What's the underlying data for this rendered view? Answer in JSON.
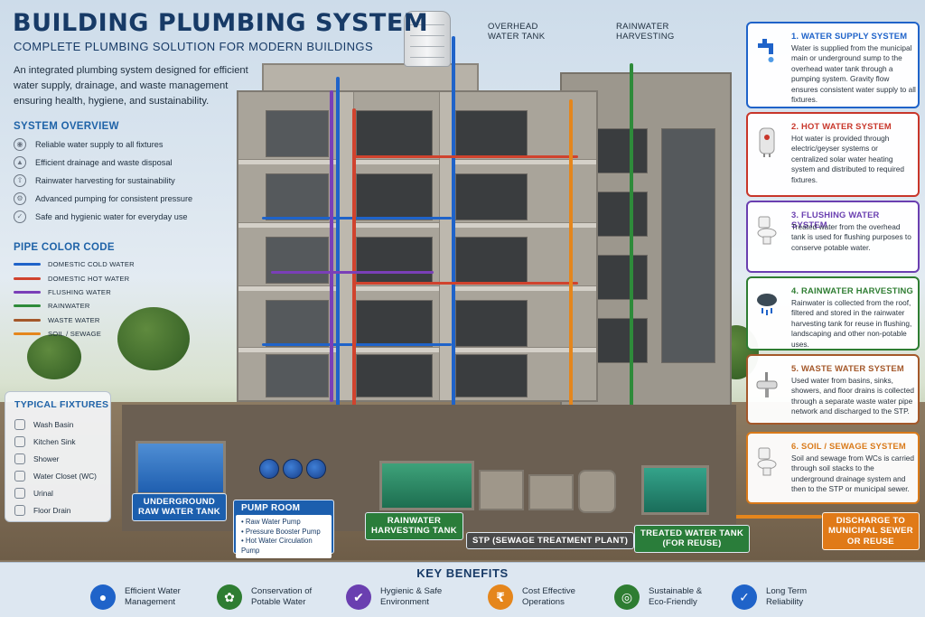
{
  "header": {
    "title": "BUILDING PLUMBING SYSTEM",
    "subtitle": "COMPLETE PLUMBING SOLUTION FOR MODERN BUILDINGS",
    "intro": "An integrated plumbing system designed for efficient water supply, drainage, and waste management ensuring health, hygiene, and sustainability."
  },
  "overview": {
    "heading": "SYSTEM OVERVIEW",
    "items": [
      {
        "label": "Reliable water supply to all fixtures",
        "icon": "water-tap-icon"
      },
      {
        "label": "Efficient drainage and waste disposal",
        "icon": "drain-icon"
      },
      {
        "label": "Rainwater harvesting for sustainability",
        "icon": "rain-icon"
      },
      {
        "label": "Advanced pumping for consistent pressure",
        "icon": "pump-icon"
      },
      {
        "label": "Safe and hygienic water for everyday use",
        "icon": "shield-icon"
      }
    ]
  },
  "color_code": {
    "heading": "PIPE COLOR CODE",
    "items": [
      {
        "label": "DOMESTIC COLD WATER",
        "color": "#1f63c9"
      },
      {
        "label": "DOMESTIC HOT WATER",
        "color": "#d0432e"
      },
      {
        "label": "FLUSHING WATER",
        "color": "#7a3fb8"
      },
      {
        "label": "RAINWATER",
        "color": "#2e8b3a"
      },
      {
        "label": "WASTE WATER",
        "color": "#a4582a"
      },
      {
        "label": "SOIL / SEWAGE",
        "color": "#e5861c"
      }
    ]
  },
  "fixtures": {
    "heading": "TYPICAL FIXTURES",
    "items": [
      "Wash Basin",
      "Kitchen Sink",
      "Shower",
      "Water Closet (WC)",
      "Urinal",
      "Floor Drain"
    ]
  },
  "labels": {
    "overhead_tank": "OVERHEAD\nWATER TANK",
    "rainwater_harvesting": "RAINWATER\nHARVESTING",
    "underground_tank": "UNDERGROUND\nRAW WATER TANK",
    "rainwater_tank": "RAINWATER\nHARVESTING TANK",
    "stp": "STP (SEWAGE TREATMENT PLANT)",
    "treated_tank": "TREATED WATER TANK\n(FOR REUSE)",
    "discharge": "DISCHARGE TO\nMUNICIPAL SEWER\nOR REUSE"
  },
  "pump_room": {
    "title": "PUMP ROOM",
    "items": [
      "Raw Water Pump",
      "Pressure Booster Pump",
      "Hot Water Circulation Pump"
    ]
  },
  "cards": [
    {
      "title": "1. WATER SUPPLY SYSTEM",
      "color": "#1f63c9",
      "icon": "faucet-icon",
      "text": "Water is supplied from the municipal main or underground sump to the overhead water tank through a pumping system. Gravity flow ensures consistent water supply to all fixtures."
    },
    {
      "title": "2. HOT WATER SYSTEM",
      "color": "#c8362a",
      "icon": "geyser-icon",
      "text": "Hot water is provided through electric/geyser systems or centralized solar water heating system and distributed to required fixtures."
    },
    {
      "title": "3. FLUSHING WATER SYSTEM",
      "color": "#6a3fb0",
      "icon": "toilet-icon",
      "text": "Treated water from the overhead tank is used for flushing purposes to conserve potable water."
    },
    {
      "title": "4. RAINWATER HARVESTING",
      "color": "#2e7d32",
      "icon": "rain-cloud-icon",
      "text": "Rainwater is collected from the roof, filtered and stored in the rainwater harvesting tank for reuse in flushing, landscaping and other non-potable uses."
    },
    {
      "title": "5. WASTE WATER SYSTEM",
      "color": "#a4582a",
      "icon": "sink-icon",
      "text": "Used water from basins, sinks, showers, and floor drains is collected through a separate waste water pipe network and discharged to the STP."
    },
    {
      "title": "6. SOIL / SEWAGE SYSTEM",
      "color": "#d97a1a",
      "icon": "wc-icon",
      "text": "Soil and sewage from WCs is carried through soil stacks to the underground drainage system and then to the STP or municipal sewer."
    }
  ],
  "benefits": {
    "heading": "KEY BENEFITS",
    "items": [
      {
        "label": "Efficient Water\nManagement",
        "icon": "water-drop-icon",
        "color": "#1f63c9"
      },
      {
        "label": "Conservation of\nPotable Water",
        "icon": "leaf-icon",
        "color": "#2e7d32"
      },
      {
        "label": "Hygienic & Safe\nEnvironment",
        "icon": "shield-icon",
        "color": "#6a3fb0"
      },
      {
        "label": "Cost Effective\nOperations",
        "icon": "rupee-icon",
        "color": "#e5861c"
      },
      {
        "label": "Sustainable &\nEco-Friendly",
        "icon": "globe-icon",
        "color": "#2e7d32"
      },
      {
        "label": "Long Term\nReliability",
        "icon": "check-shield-icon",
        "color": "#1f63c9"
      }
    ]
  }
}
